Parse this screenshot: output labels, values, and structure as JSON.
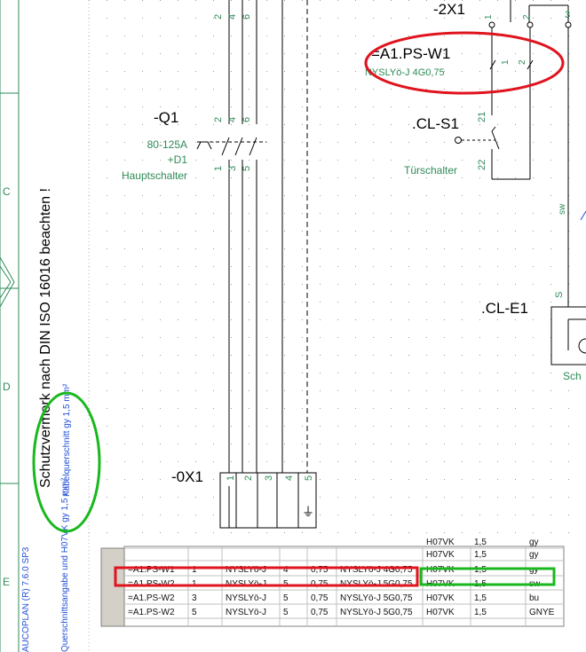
{
  "border_letters": [
    "C",
    "D",
    "E"
  ],
  "vertical_notes": {
    "main": "Schutzvermerk nach DIN ISO 16016 beachten !",
    "cable": "Kabelquerschnitt gy 1,5 mm²",
    "cross_section": "Querschnittsangabe und H07VK gy 1,5 mm²",
    "product": "AUCOPLAN (R) 7.6.0 SP3"
  },
  "q1": {
    "label": "-Q1",
    "rating": "80-125A",
    "location": "+D1",
    "description": "Hauptschalter",
    "top_terminals": [
      "2",
      "4",
      "6"
    ],
    "bottom_terminals": [
      "1",
      "3",
      "5"
    ]
  },
  "top_terminals": [
    "2",
    "4",
    "6"
  ],
  "x2": {
    "label": "-2X1",
    "terminals": [
      "1",
      "2",
      "3"
    ]
  },
  "cable": {
    "label": "=A1.PS-W1",
    "type": "NYSLYö-J 4G0,75",
    "wires": [
      "1",
      "2"
    ]
  },
  "cls1": {
    "label": ".CL-S1",
    "terminals": [
      "21",
      "22"
    ],
    "description": "Türschalter"
  },
  "wire_color": "sw",
  "cle1": {
    "label": ".CL-E1",
    "terminal": "S",
    "description_partial": "Sch"
  },
  "x0": {
    "label": "-0X1",
    "terminals": [
      "1",
      "2",
      "3",
      "4",
      "5"
    ],
    "pe_symbol": "⏚"
  },
  "table": {
    "rows": [
      [
        "",
        "",
        "",
        "",
        "",
        "H07VK",
        "1,5",
        "gy"
      ],
      [
        "",
        "",
        "",
        "",
        "",
        "H07VK",
        "1,5",
        "gy"
      ],
      [
        "=A1.PS-W1",
        "1",
        "NYSLYö-J",
        "4",
        "0,75",
        "NYSLYö-J 4G0,75",
        "H07VK",
        "1,5",
        "gy"
      ],
      [
        "=A1.PS-W2",
        "1",
        "NYSLYö-J",
        "5",
        "0,75",
        "NYSLYö-J 5G0,75",
        "H07VK",
        "1,5",
        "sw"
      ],
      [
        "=A1.PS-W2",
        "3",
        "NYSLYö-J",
        "5",
        "0,75",
        "NYSLYö-J 5G0,75",
        "H07VK",
        "1,5",
        "bu"
      ],
      [
        "=A1.PS-W2",
        "5",
        "NYSLYö-J",
        "5",
        "0,75",
        "NYSLYö-J 5G0,75",
        "H07VK",
        "1,5",
        "GNYE"
      ]
    ]
  },
  "colors": {
    "green": "#2e8b57",
    "black": "#111111",
    "red_highlight": "#e0141e",
    "green_highlight": "#19b81e",
    "blue": "#1f4fd6"
  }
}
